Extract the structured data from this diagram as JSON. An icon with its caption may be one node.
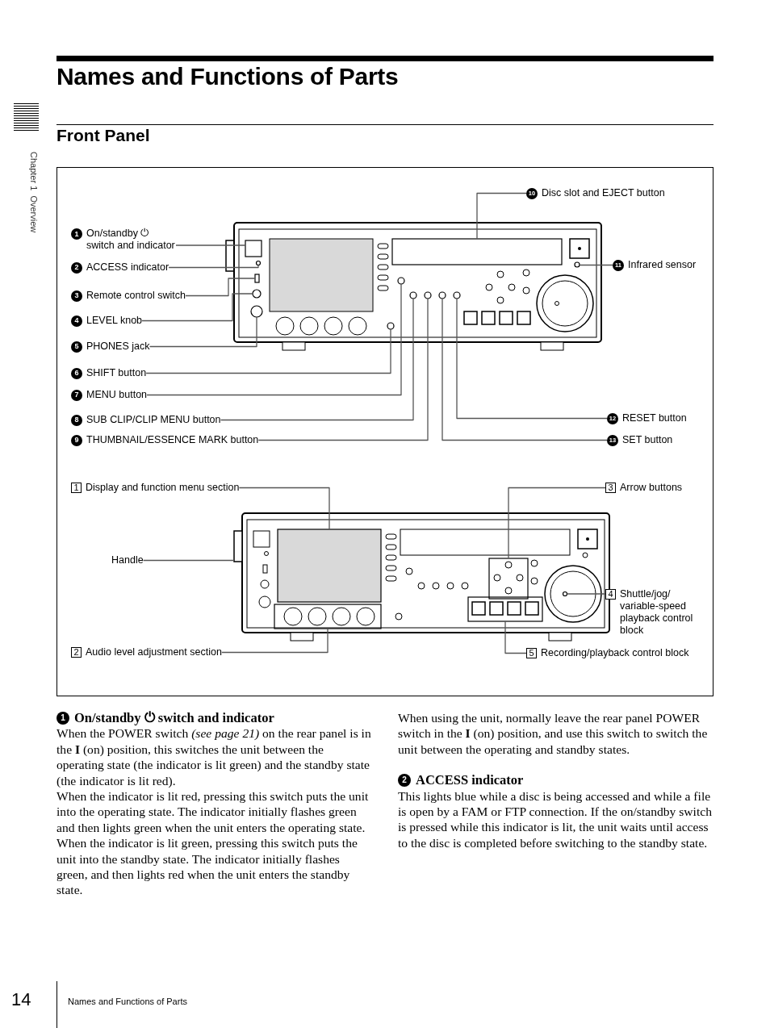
{
  "diagram": {
    "title": "Names and Functions of Parts",
    "nodes": [
      {
        "text": [
          "1",
          "On/standby ⏻ switch and indicator"
        ]
      },
      {
        "text": [
          "2",
          "ACCESS indicator"
        ]
      },
      {
        "text": [
          "3",
          "Remote control switch"
        ]
      },
      {
        "text": [
          "4",
          "LEVEL knob"
        ]
      },
      {
        "text": [
          "5",
          "PHONES jack"
        ]
      },
      {
        "text": [
          "6",
          "SHIFT button"
        ]
      },
      {
        "text": [
          "7",
          "MENU button"
        ]
      },
      {
        "text": [
          "8",
          "SUB CLIP/CLIP MENU button"
        ]
      },
      {
        "text": [
          "9",
          "THUMBNAIL/ESSENCE MARK button"
        ]
      },
      {
        "text": [
          "10",
          "Disc slot and EJECT button"
        ]
      },
      {
        "text": [
          "11",
          "Infrared sensor"
        ]
      },
      {
        "text": [
          "12",
          "RESET button"
        ]
      },
      {
        "text": [
          "13",
          "SET button"
        ]
      },
      {
        "text": [
          "1",
          "Display and function menu section"
        ]
      },
      {
        "text": [
          "Handle"
        ]
      },
      {
        "text": [
          "2",
          "Audio level adjustment section"
        ]
      },
      {
        "text": [
          "3",
          "Arrow buttons"
        ]
      },
      {
        "text": [
          "4",
          "Shuttle/jog/ variable-speed playback control block"
        ]
      },
      {
        "text": [
          "5",
          "Recording/playback control block"
        ]
      },
      {
        "text": [
          "1",
          "On/standby ⏻ switch and indicator"
        ]
      },
      {
        "text": [
          "2",
          "ACCESS indicator"
        ]
      },
      {
        "text": [],
        "shape": "box"
      },
      {
        "text": [],
        "shape": "circle"
      },
      {
        "text": [],
        "shape": "box"
      },
      {
        "text": [],
        "shape": "circle"
      },
      {
        "text": [],
        "shape": "circle"
      },
      {
        "text": [],
        "shape": "circle"
      },
      {
        "text": [],
        "shape": "circle"
      },
      {
        "text": [],
        "shape": "circle"
      },
      {
        "text": [],
        "shape": "circle"
      },
      {
        "text": [],
        "shape": "circle"
      },
      {
        "text": [],
        "shape": "circle"
      },
      {
        "text": [],
        "shape": "box"
      },
      {
        "text": [],
        "shape": "circle"
      },
      {
        "text": [],
        "shape": "box"
      },
      {
        "text": [],
        "shape": "box"
      },
      {
        "text": [],
        "shape": "box"
      },
      {
        "text": [],
        "shape": "box"
      },
      {
        "text": [],
        "shape": "circle"
      },
      {
        "text": [],
        "shape": "box"
      }
    ],
    "edges": [
      {
        "from": 0,
        "to": 21,
        "arrow": "none"
      },
      {
        "from": 1,
        "to": 22,
        "arrow": "none"
      },
      {
        "from": 2,
        "to": 23,
        "arrow": "none"
      },
      {
        "from": 3,
        "to": 24,
        "arrow": "none"
      },
      {
        "from": 4,
        "to": 25,
        "arrow": "none"
      },
      {
        "from": 5,
        "to": 26,
        "arrow": "none"
      },
      {
        "from": 6,
        "to": 27,
        "arrow": "none"
      },
      {
        "from": 7,
        "to": 28,
        "arrow": "none"
      },
      {
        "from": 8,
        "to": 29,
        "arrow": "none"
      },
      {
        "from": 9,
        "to": 32,
        "arrow": "none"
      },
      {
        "from": 10,
        "to": 33,
        "arrow": "none"
      },
      {
        "from": 11,
        "to": 31,
        "arrow": "none"
      },
      {
        "from": 12,
        "to": 30,
        "arrow": "none"
      },
      {
        "from": 13,
        "to": 34,
        "arrow": "none"
      },
      {
        "from": 14,
        "to": 35,
        "arrow": "none"
      },
      {
        "from": 15,
        "to": 36,
        "arrow": "none"
      },
      {
        "from": 16,
        "to": 37,
        "arrow": "none"
      },
      {
        "from": 17,
        "to": 38,
        "arrow": "none"
      },
      {
        "from": 18,
        "to": 39,
        "arrow": "none"
      }
    ],
    "labels": [
      "Front Panel",
      "Chapter 1  Overview",
      "When the POWER switch *(see page 21)* on the rear panel is in the **I** (on) position, this switches the unit between the operating state (the indicator is lit green) and the standby state (the indicator is lit red).",
      "When the indicator is lit red, pressing this switch puts the unit into the operating state. The indicator initially flashes green and then lights green when the unit enters the operating state.",
      "When the indicator is lit green, pressing this switch puts the unit into the standby state. The indicator initially flashes green, and then lights red when the unit enters the standby state.",
      "When using the unit, normally leave the rear panel POWER switch in the **I** (on) position, and use this switch to switch the unit between the operating and standby states.",
      "This lights blue while a disc is being accessed and while a file is open by a FAM or FTP connection. If the on/standby switch is pressed while this indicator is lit, the unit waits until access to the disc is completed before switching to the standby state.",
      "14",
      "Names and Functions of Parts"
    ]
  }
}
